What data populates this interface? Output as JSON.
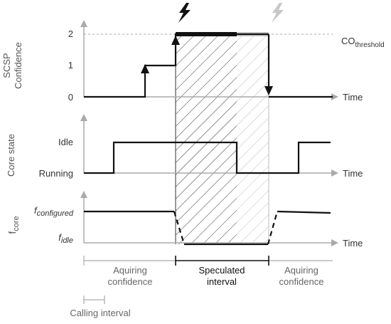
{
  "colors": {
    "primary": "#111111",
    "axis": "#aaaaaa",
    "label": "#555555",
    "faded": "#c8c8c8",
    "hatch_dark": "#333333",
    "hatch_light": "#bbbbbb",
    "dashed": "#aaaaaa"
  },
  "top_panel": {
    "ylabel_line1": "SCSP",
    "ylabel_line2": "Confidence",
    "ticks": [
      "0",
      "1",
      "2"
    ],
    "time_label": "Time",
    "threshold_main": "CO",
    "threshold_sub": "threshold"
  },
  "middle_panel": {
    "ylabel": "Core state",
    "ticks": [
      "Running",
      "Idle"
    ],
    "time_label": "Time"
  },
  "bottom_panel": {
    "ylabel_main": "f",
    "ylabel_sub": "core",
    "tick_high_main": "f",
    "tick_high_sub": "configured",
    "tick_low_main": "f",
    "tick_low_sub": "idle",
    "time_label": "Time"
  },
  "phases": {
    "left_line1": "Aquiring",
    "left_line2": "confidence",
    "middle_line1": "Speculated",
    "middle_line2": "interval",
    "right_line1": "Aquiring",
    "right_line2": "confidence"
  },
  "calling_interval": "Calling interval",
  "icons": {
    "trigger": "lightning-bolt-icon",
    "trigger_faded": "lightning-bolt-faded-icon"
  }
}
